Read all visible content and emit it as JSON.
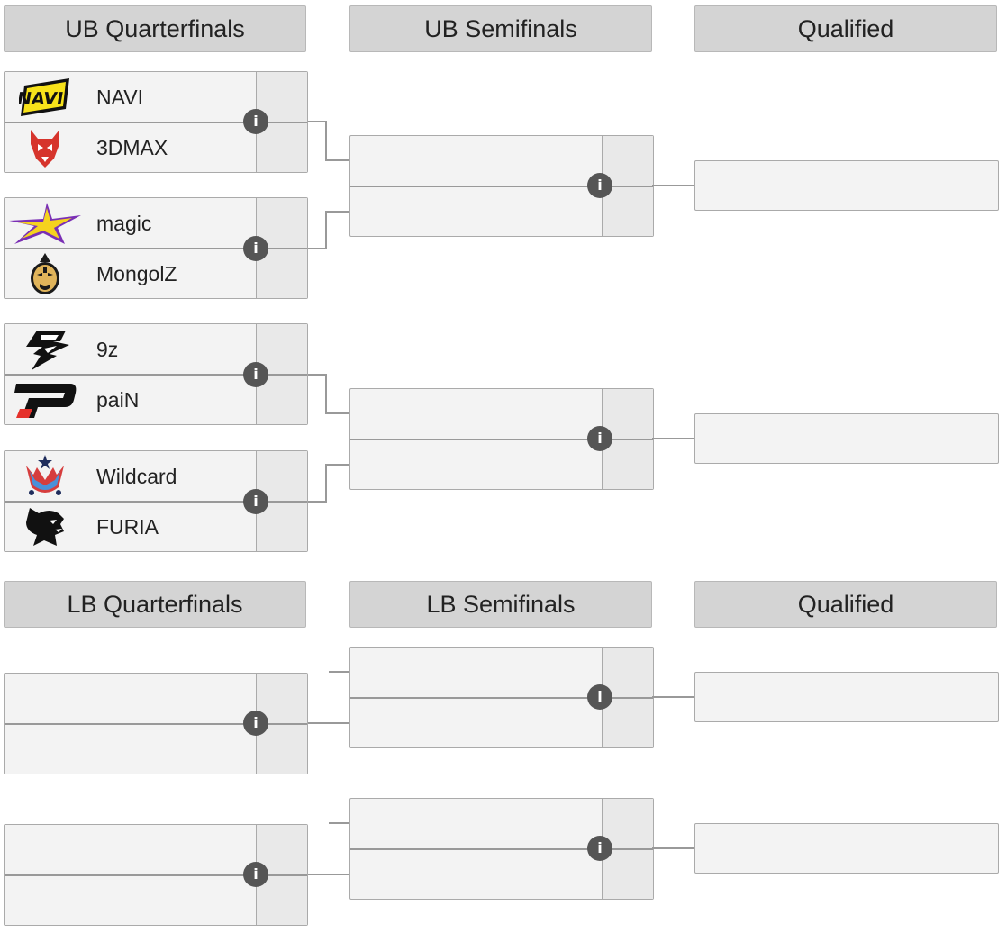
{
  "headers": {
    "ub_qf": "UB Quarterfinals",
    "ub_sf": "UB Semifinals",
    "ub_q": "Qualified",
    "lb_qf": "LB Quarterfinals",
    "lb_sf": "LB Semifinals",
    "lb_q": "Qualified"
  },
  "ub_quarterfinals": [
    {
      "team1": {
        "name": "NAVI",
        "logo": "navi-logo"
      },
      "team2": {
        "name": "3DMAX",
        "logo": "3dmax-logo"
      }
    },
    {
      "team1": {
        "name": "magic",
        "logo": "magic-logo"
      },
      "team2": {
        "name": "MongolZ",
        "logo": "mongolz-logo"
      }
    },
    {
      "team1": {
        "name": "9z",
        "logo": "9z-logo"
      },
      "team2": {
        "name": "paiN",
        "logo": "pain-logo"
      }
    },
    {
      "team1": {
        "name": "Wildcard",
        "logo": "wildcard-logo"
      },
      "team2": {
        "name": "FURIA",
        "logo": "furia-logo"
      }
    }
  ],
  "info_icon": "info-icon",
  "colors": {
    "header_bg": "#d4d4d4",
    "match_bg": "#f3f3f3",
    "info_col_bg": "#e9e9e9",
    "line": "#999999",
    "info_btn": "#555555"
  }
}
